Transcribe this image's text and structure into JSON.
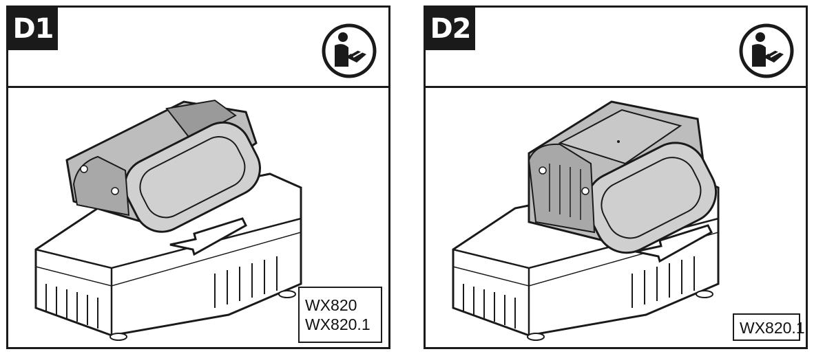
{
  "panels": [
    {
      "id": "D1",
      "label": "D1",
      "icon": "read-manual-icon",
      "models": [
        "WX820",
        "WX820.1"
      ]
    },
    {
      "id": "D2",
      "label": "D2",
      "icon": "read-manual-icon",
      "models": [
        "WX820.1"
      ]
    }
  ],
  "colors": {
    "ink": "#1a1a1a",
    "battery_fill": "#bdbdbd",
    "background": "#ffffff"
  }
}
